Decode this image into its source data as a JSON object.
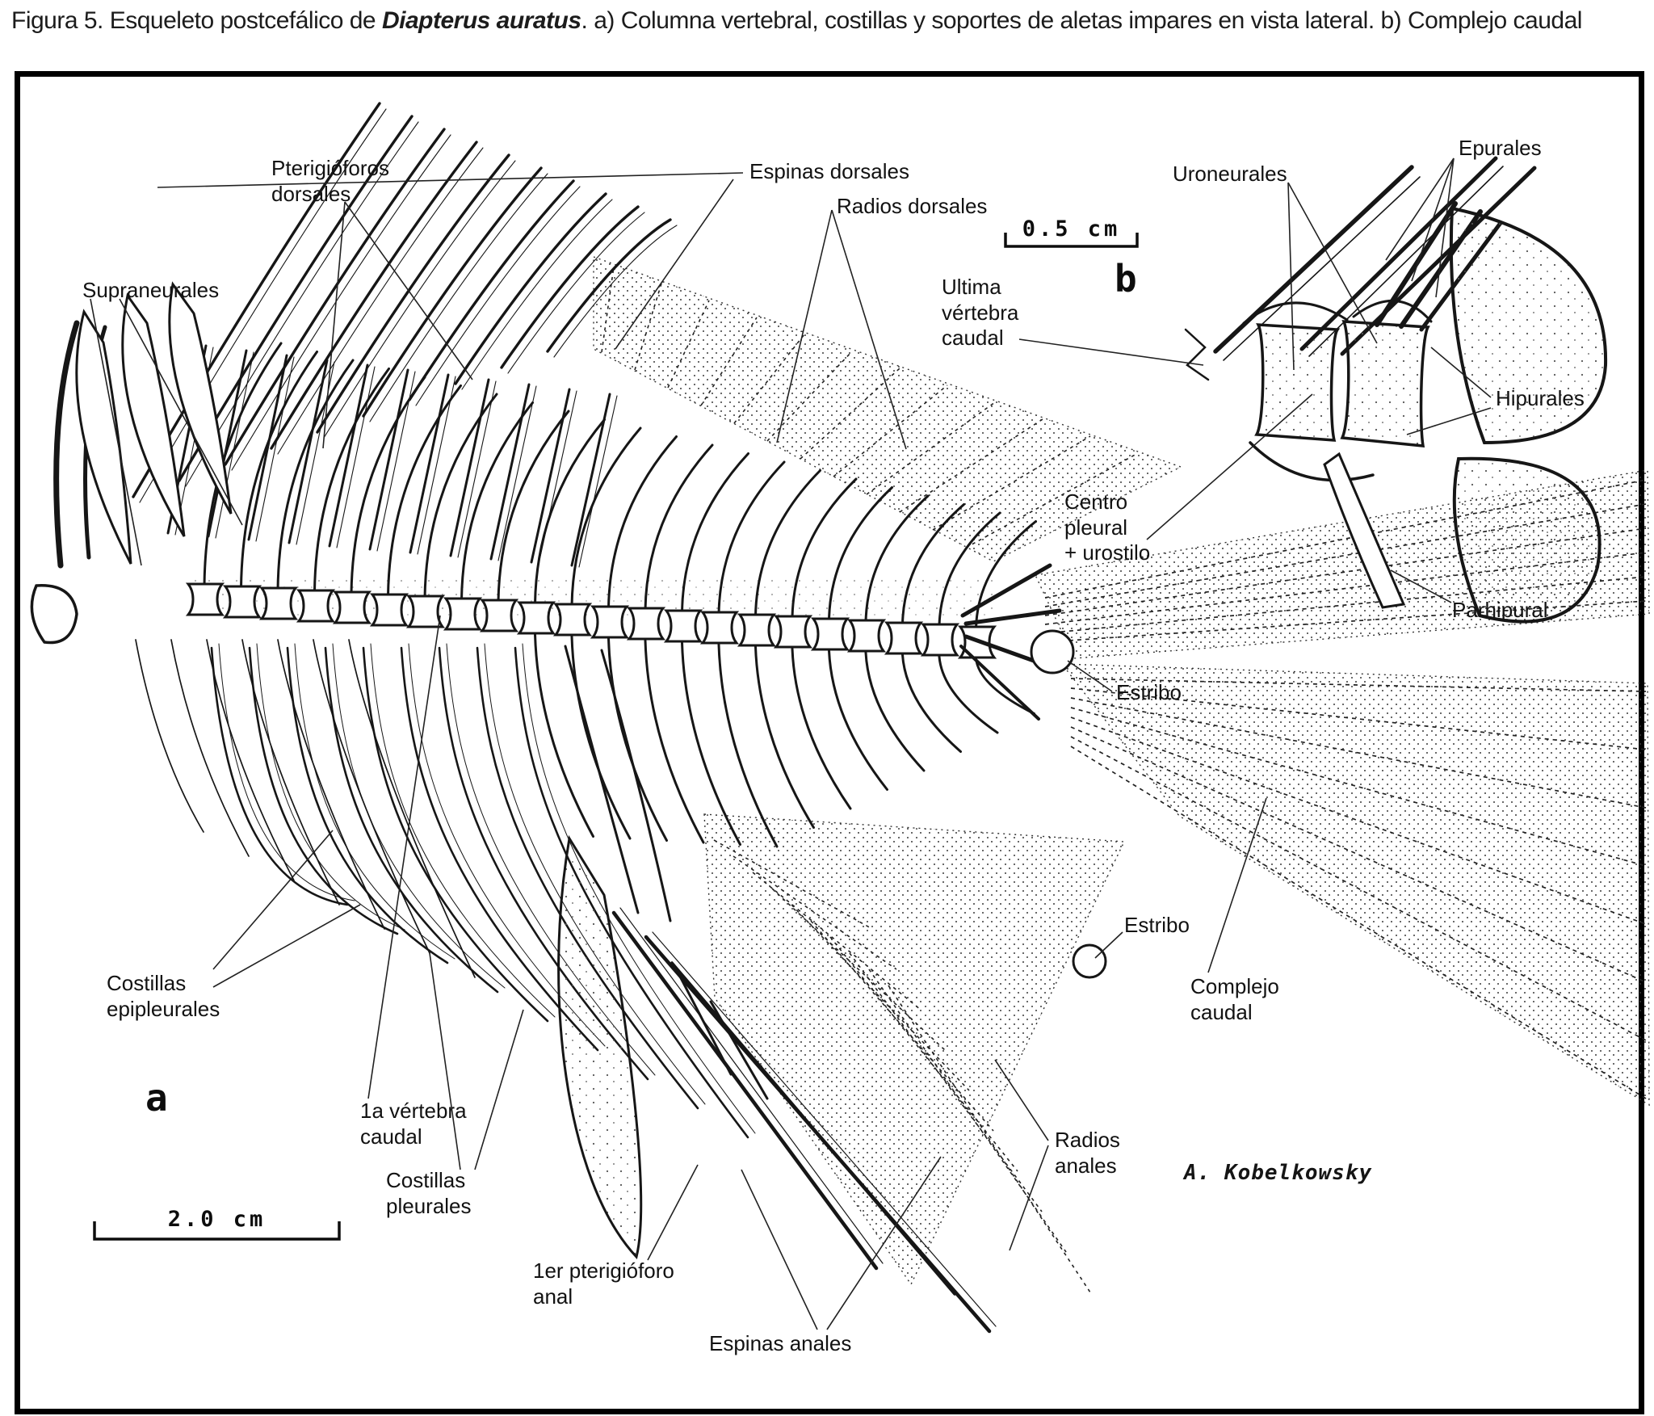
{
  "figure_caption": {
    "prefix": "Figura 5. Esqueleto postcefálico de ",
    "species": "Diapterus auratus",
    "suffix": ". a) Columna vertebral, costillas y soportes de aletas impares en vista lateral. b) Complejo caudal"
  },
  "panel_labels": {
    "a": "a",
    "b": "b"
  },
  "scale_bars": {
    "main": "2.0 cm",
    "inset": "0.5 cm"
  },
  "anatomy_labels": {
    "supraneurales": "Supraneurales",
    "pterigioforos_dorsales": "Pterigióforos\ndorsales",
    "espinas_dorsales": "Espinas dorsales",
    "radios_dorsales": "Radios dorsales",
    "uroneurales": "Uroneurales",
    "epurales": "Epurales",
    "ultima_vertebra_caudal": "Ultima\nvértebra\ncaudal",
    "hipurales": "Hipurales",
    "centro_pleural_urostilo": "Centro\npleural\n+ urostilo",
    "parhipural": "Parhipural",
    "estribo_dorsal": "Estribo",
    "estribo_anal": "Estribo",
    "complejo_caudal": "Complejo\ncaudal",
    "costillas_epipleurales": "Costillas\nepipleurales",
    "primera_vertebra_caudal": "1a vértebra\ncaudal",
    "costillas_pleurales": "Costillas\npleurales",
    "primer_pterigioforo_anal": "1er pterigióforo\nanal",
    "espinas_anales": "Espinas anales",
    "radios_anales": "Radios\nanales"
  },
  "credit": "A. Kobelkowsky",
  "ink_color": "#161616"
}
